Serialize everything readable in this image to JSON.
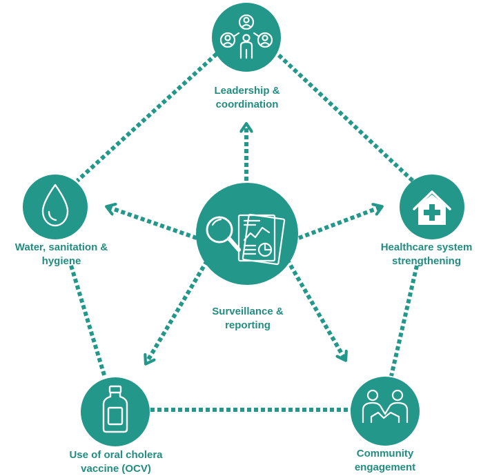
{
  "colors": {
    "teal": "#23988A",
    "label": "#238C80",
    "icon_stroke": "#FFFFFF"
  },
  "nodes": {
    "leadership": {
      "label": "Leadership &\ncoordination",
      "icon": "people-network-icon"
    },
    "wash": {
      "label": "Water, sanitation &\nhygiene",
      "icon": "water-drop-icon"
    },
    "healthcare": {
      "label": "Healthcare system\nstrengthening",
      "icon": "health-house-icon"
    },
    "ocv": {
      "label": "Use of oral cholera\nvaccine (OCV)",
      "icon": "vaccine-bottle-icon"
    },
    "community": {
      "label": "Community\nengagement",
      "icon": "handshake-icon"
    },
    "surveillance": {
      "label": "Surveillance &\nreporting",
      "icon": "magnifier-report-icon"
    }
  }
}
